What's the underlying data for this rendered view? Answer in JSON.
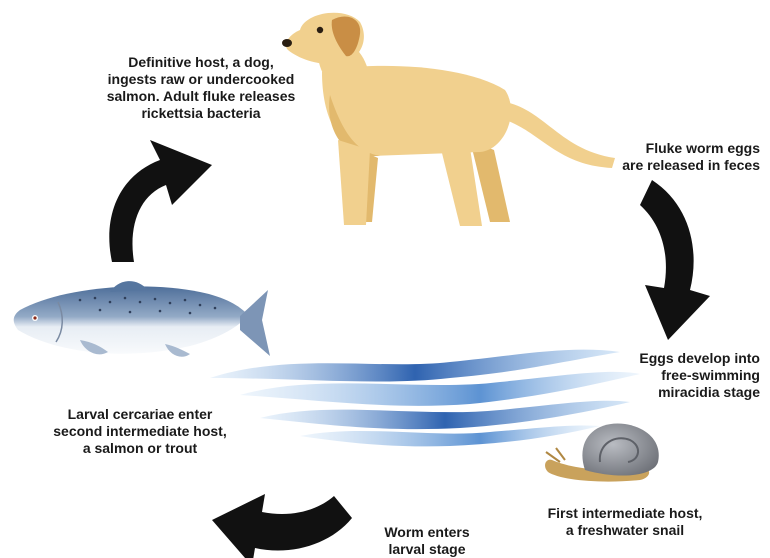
{
  "labels": {
    "dog": [
      "Definitive host, a dog,",
      "ingests raw or undercooked",
      "salmon. Adult fluke releases",
      "rickettsia bacteria"
    ],
    "eggs": [
      "Fluke worm eggs",
      "are released in feces"
    ],
    "miracidia": [
      "Eggs develop into",
      "free-swimming",
      "miracidia stage"
    ],
    "snail": [
      "First intermediate host,",
      "a freshwater snail"
    ],
    "larval": [
      "Worm enters",
      "larval stage"
    ],
    "cercariae": [
      "Larval cercariae enter",
      "second intermediate host,",
      "a salmon or trout"
    ]
  },
  "icons": [
    "dog-icon",
    "salmon-icon",
    "snail-icon",
    "water-waves-icon",
    "cycle-arrow-icon"
  ],
  "colors": {
    "dog_body": "#f1d08e",
    "dog_shade": "#e2b96d",
    "dog_ear": "#c98e45",
    "fish_back": "#5f7fa8",
    "fish_belly": "#eef2f7",
    "water_dark": "#2f63b0",
    "water_light": "#8bb7e6",
    "snail_shell": "#8a8d93",
    "snail_body": "#c9a25c",
    "arrow": "#111111"
  }
}
